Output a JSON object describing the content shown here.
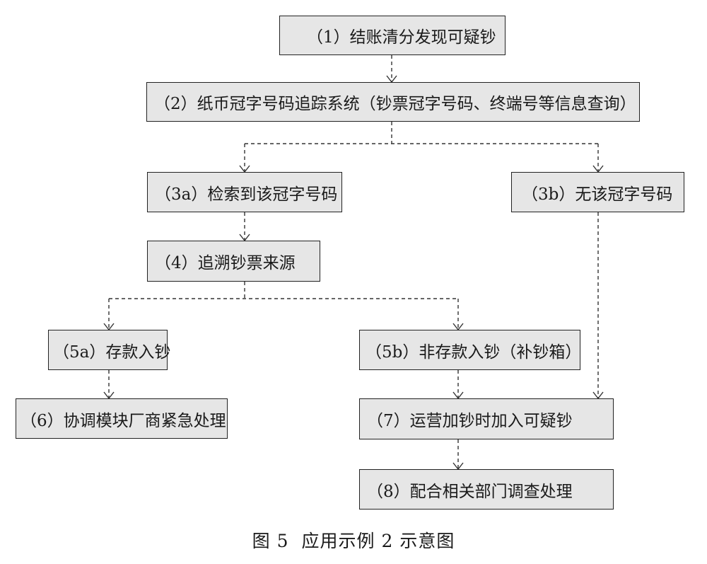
{
  "nodes": {
    "n1": {
      "tag": "（1）",
      "text": "结账清分发现可疑钞"
    },
    "n2": {
      "tag": "（2）",
      "text": "纸币冠字号码追踪系统（钞票冠字号码、终端号等信息查询）"
    },
    "n3a": {
      "tag": "（3a）",
      "text": "检索到该冠字号码"
    },
    "n3b": {
      "tag": "（3b）",
      "text": "无该冠字号码"
    },
    "n4": {
      "tag": "（4）",
      "text": "追溯钞票来源"
    },
    "n5a": {
      "tag": "（5a）",
      "text": "存款入钞"
    },
    "n5b": {
      "tag": "（5b）",
      "text": "非存款入钞（补钞箱）"
    },
    "n6": {
      "tag": "（6）",
      "text": "协调模块厂商紧急处理"
    },
    "n7": {
      "tag": "（7）",
      "text": "运营加钞时加入可疑钞"
    },
    "n8": {
      "tag": "（8）",
      "text": "配合相关部门调查处理"
    }
  },
  "caption": {
    "figure": "图 5",
    "title": "应用示例 2 示意图"
  },
  "colors": {
    "box_fill": "#e6e6e6",
    "border": "#222222",
    "line": "#333333"
  }
}
